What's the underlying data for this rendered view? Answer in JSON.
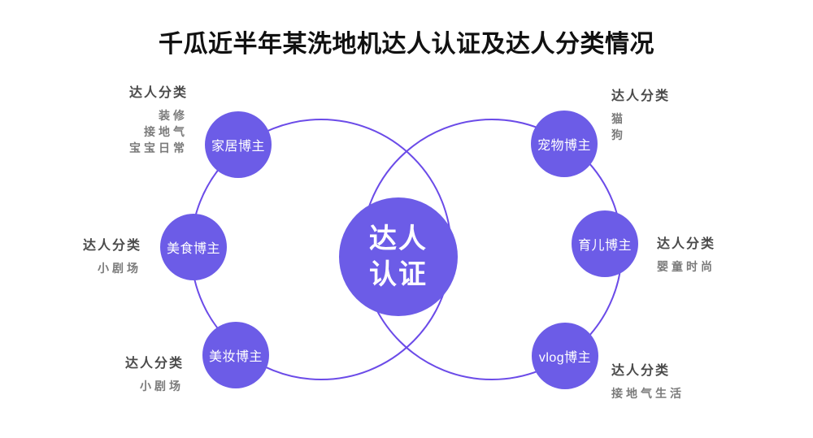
{
  "title": "千瓜近半年某洗地机达人认证及达人分类情况",
  "center_node": {
    "line1": "达人",
    "line2": "认证"
  },
  "nodes": [
    {
      "id": "home",
      "label": "家居博主"
    },
    {
      "id": "food",
      "label": "美食博主"
    },
    {
      "id": "beauty",
      "label": "美妆博主"
    },
    {
      "id": "pet",
      "label": "宠物博主"
    },
    {
      "id": "parenting",
      "label": "育儿博主"
    },
    {
      "id": "vlog",
      "label": "vlog博主"
    }
  ],
  "groups": [
    {
      "position": "top-left",
      "heading": "达人分类",
      "items": [
        "装修",
        "接地气",
        "宝宝日常"
      ]
    },
    {
      "position": "middle-left",
      "heading": "达人分类",
      "items": [
        "小剧场"
      ]
    },
    {
      "position": "bottom-left",
      "heading": "达人分类",
      "items": [
        "小剧场"
      ]
    },
    {
      "position": "top-right",
      "heading": "达人分类",
      "items": [
        "猫",
        "狗"
      ]
    },
    {
      "position": "middle-right",
      "heading": "达人分类",
      "items": [
        "婴童时尚"
      ]
    },
    {
      "position": "bottom-right",
      "heading": "达人分类",
      "items": [
        "接地气生活"
      ]
    }
  ],
  "colors": {
    "accent": "#6C5CE7",
    "ring_stroke": "#6B4BE8",
    "heading_text": "#4A4A4A",
    "sub_text": "#7B7B7B",
    "title_text": "#111111",
    "node_text": "#FFFFFF",
    "background": "#FFFFFF"
  }
}
